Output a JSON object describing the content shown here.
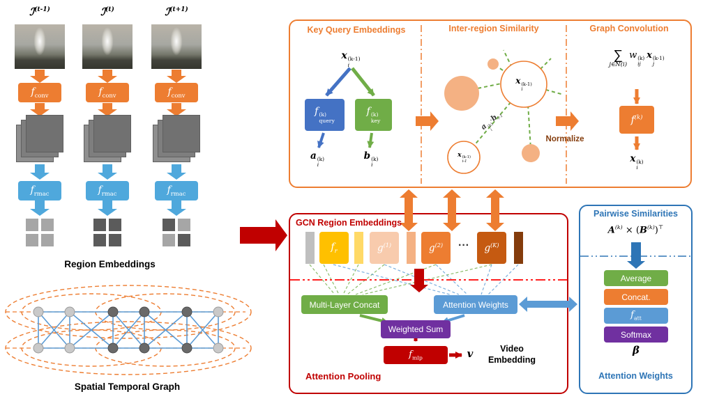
{
  "colors": {
    "orange": "#ED7D31",
    "red": "#C00000",
    "blue": "#5B9BD5",
    "dark_blue": "#4472C4",
    "light_blue": "#4FA8DC",
    "green": "#70AD47",
    "purple": "#7030A0",
    "yellow": "#FFC000",
    "dark_orange": "#C55A11",
    "pale_orange": "#F8CBAD",
    "brown": "#843C0C",
    "panel_blue": "#2E75B6"
  },
  "frames": {
    "labels": [
      {
        "base": "ℐ",
        "sup": "(t-1)"
      },
      {
        "base": "ℐ",
        "sup": "(t)"
      },
      {
        "base": "ℐ",
        "sup": "(t+1)"
      }
    ]
  },
  "pipeline": {
    "conv": {
      "base": "f",
      "sub": "conv"
    },
    "rmac": {
      "base": "f",
      "sub": "rmac"
    },
    "region_embeddings_caption": "Region Embeddings",
    "graph_caption": "Spatial Temporal Graph"
  },
  "key_query_panel": {
    "title": "Key Query Embeddings",
    "input": {
      "base": "x",
      "sub": "i",
      "sup": "(k-1)"
    },
    "query_box": {
      "base": "f",
      "sub": "query",
      "sup": "(k)"
    },
    "key_box": {
      "base": "f",
      "sub": "key",
      "sup": "(k)"
    },
    "query_out": {
      "base": "a",
      "sub": "i",
      "sup": "(k)"
    },
    "key_out": {
      "base": "b",
      "sub": "i",
      "sup": "(k)"
    }
  },
  "inter_region_panel": {
    "title": "Inter-region Similarity",
    "center_node": {
      "base": "x",
      "sub": "i",
      "sup": "(k-1)"
    },
    "prev_node": {
      "base": "x",
      "sub": "i-1",
      "sup": "(k-1)"
    },
    "similarity": {
      "a_base": "a",
      "a_sub": "i",
      "a_sup": "(k)",
      "dot": "·",
      "b_base": "b",
      "b_sub": "i-1"
    },
    "normalize": "Normalize"
  },
  "graph_conv_panel": {
    "title": "Graph Convolution",
    "sum": {
      "sigma": "∑",
      "sub": "j∈N(i)"
    },
    "w": {
      "base": "w",
      "sub": "ij",
      "sup": "(k)"
    },
    "x": {
      "base": "x",
      "sub": "j",
      "sup": "(k-1)"
    },
    "f_box": {
      "base": "f",
      "sup": "(k)"
    },
    "output": {
      "base": "x",
      "sub": "i",
      "sup": "(k)"
    }
  },
  "gcn_panel": {
    "title": "GCN Region Embeddings",
    "f_r": {
      "base": "f",
      "sub": "r"
    },
    "g1": {
      "base": "g",
      "sup": "(1)"
    },
    "g2": {
      "base": "g",
      "sup": "(2)"
    },
    "dots": "···",
    "gK": {
      "base": "g",
      "sup": "(K)"
    },
    "multi_layer_concat": "Multi-Layer Concat",
    "attention_weights": "Attention Weights",
    "weighted_sum": "Weighted Sum",
    "f_mlp": {
      "base": "f",
      "sub": "mlp"
    },
    "v": "v",
    "video_line1": "Video",
    "video_line2": "Embedding",
    "footer": "Attention Pooling"
  },
  "pairwise_panel": {
    "title": "Pairwise Similarities",
    "formula": {
      "a_base": "A",
      "a_sup": "(k)",
      "times": "×",
      "lparen": "(",
      "b_base": "B",
      "b_sup": "(k)",
      "rparen": ")",
      "tsup": "⊤"
    },
    "average": "Average",
    "concat": "Concat.",
    "f_att": {
      "base": "f",
      "sub": "att"
    },
    "softmax": "Softmax",
    "beta": "β",
    "footer": "Attention Weights"
  }
}
